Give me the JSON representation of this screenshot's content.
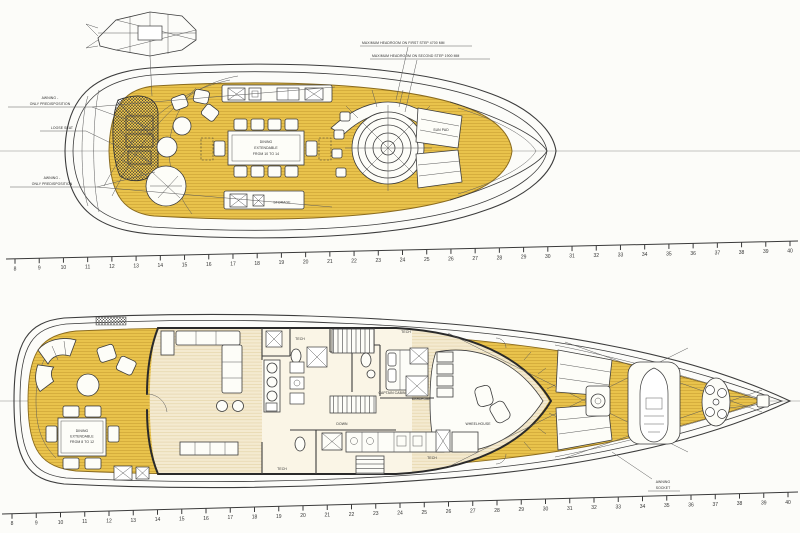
{
  "colors": {
    "deck_teak": "#e9c34c",
    "interior_pale": "#f4ead0",
    "line": "#3c3c3c",
    "paper": "#fcfcf9"
  },
  "upper_deck": {
    "awning_label_1a": "AWNING -",
    "awning_label_1b": "ONLY PREDISPOSITION",
    "loose_seat_label": "LOOSE SEAT",
    "awning_label_2a": "AWNING -",
    "awning_label_2b": "ONLY PREDISPOSITION",
    "headroom_first": "MAXIMUM HEADROOM ON FIRST STEP 4700 MM",
    "headroom_second": "MAXIMUM HEADROOM ON SECOND STEP 1900 MM",
    "dining": {
      "l1": "DINING",
      "l2": "EXTENDABLE",
      "l3": "FROM 10 TO 14"
    },
    "sun_pad": "SUN PAD",
    "storage": "STORAGE"
  },
  "main_deck": {
    "dining": {
      "l1": "DINING",
      "l2": "EXTENDABLE",
      "l3": "FROM 8 TO 12"
    },
    "captain_cabin": "CAPTAIN CABIN",
    "wardrobe": "WARDROBE",
    "wheelhouse": "WHEELHOUSE",
    "down": "DOWN",
    "tech": "TECH",
    "awning_socket_1": "AWNING",
    "awning_socket_2": "SOCKET"
  },
  "rulers": {
    "top": {
      "numbers": [
        8,
        9,
        10,
        11,
        12,
        13,
        14,
        15,
        16,
        17,
        18,
        19,
        20,
        21,
        22,
        23,
        24,
        25,
        26,
        27,
        28,
        29,
        30,
        31,
        32,
        33,
        34,
        35,
        36,
        37,
        38,
        39,
        40
      ]
    },
    "bottom": {
      "numbers": [
        8,
        9,
        10,
        11,
        12,
        13,
        14,
        15,
        16,
        17,
        18,
        19,
        20,
        21,
        22,
        23,
        24,
        25,
        26,
        27,
        28,
        29,
        30,
        31,
        32,
        33,
        34,
        35,
        36,
        37,
        38,
        39,
        40
      ]
    }
  }
}
